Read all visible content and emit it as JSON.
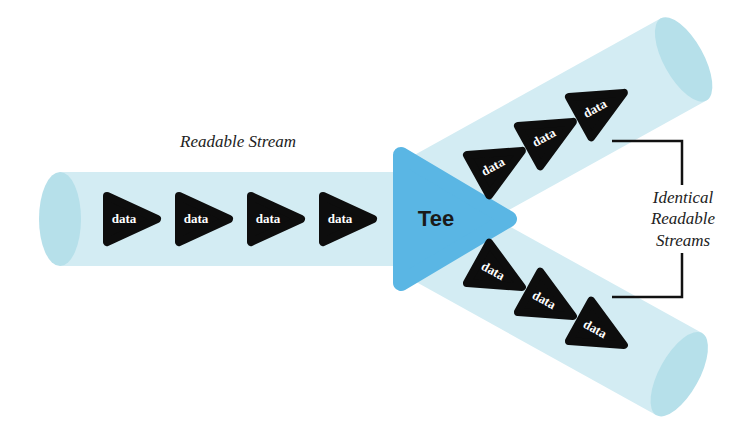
{
  "diagram": {
    "nodes": [
      {
        "text": [
          "data"
        ]
      },
      {
        "text": [
          "data"
        ]
      },
      {
        "text": [
          "data"
        ]
      },
      {
        "text": [
          "data"
        ]
      },
      {
        "text": [
          "Tee"
        ]
      },
      {
        "text": [
          "data"
        ]
      },
      {
        "text": [
          "data"
        ]
      },
      {
        "text": [
          "data"
        ]
      },
      {
        "text": [
          "data"
        ]
      },
      {
        "text": [
          "data"
        ]
      },
      {
        "text": [
          "data"
        ]
      }
    ],
    "labels": [
      "Readable Stream",
      "Identical Readable Streams"
    ]
  }
}
